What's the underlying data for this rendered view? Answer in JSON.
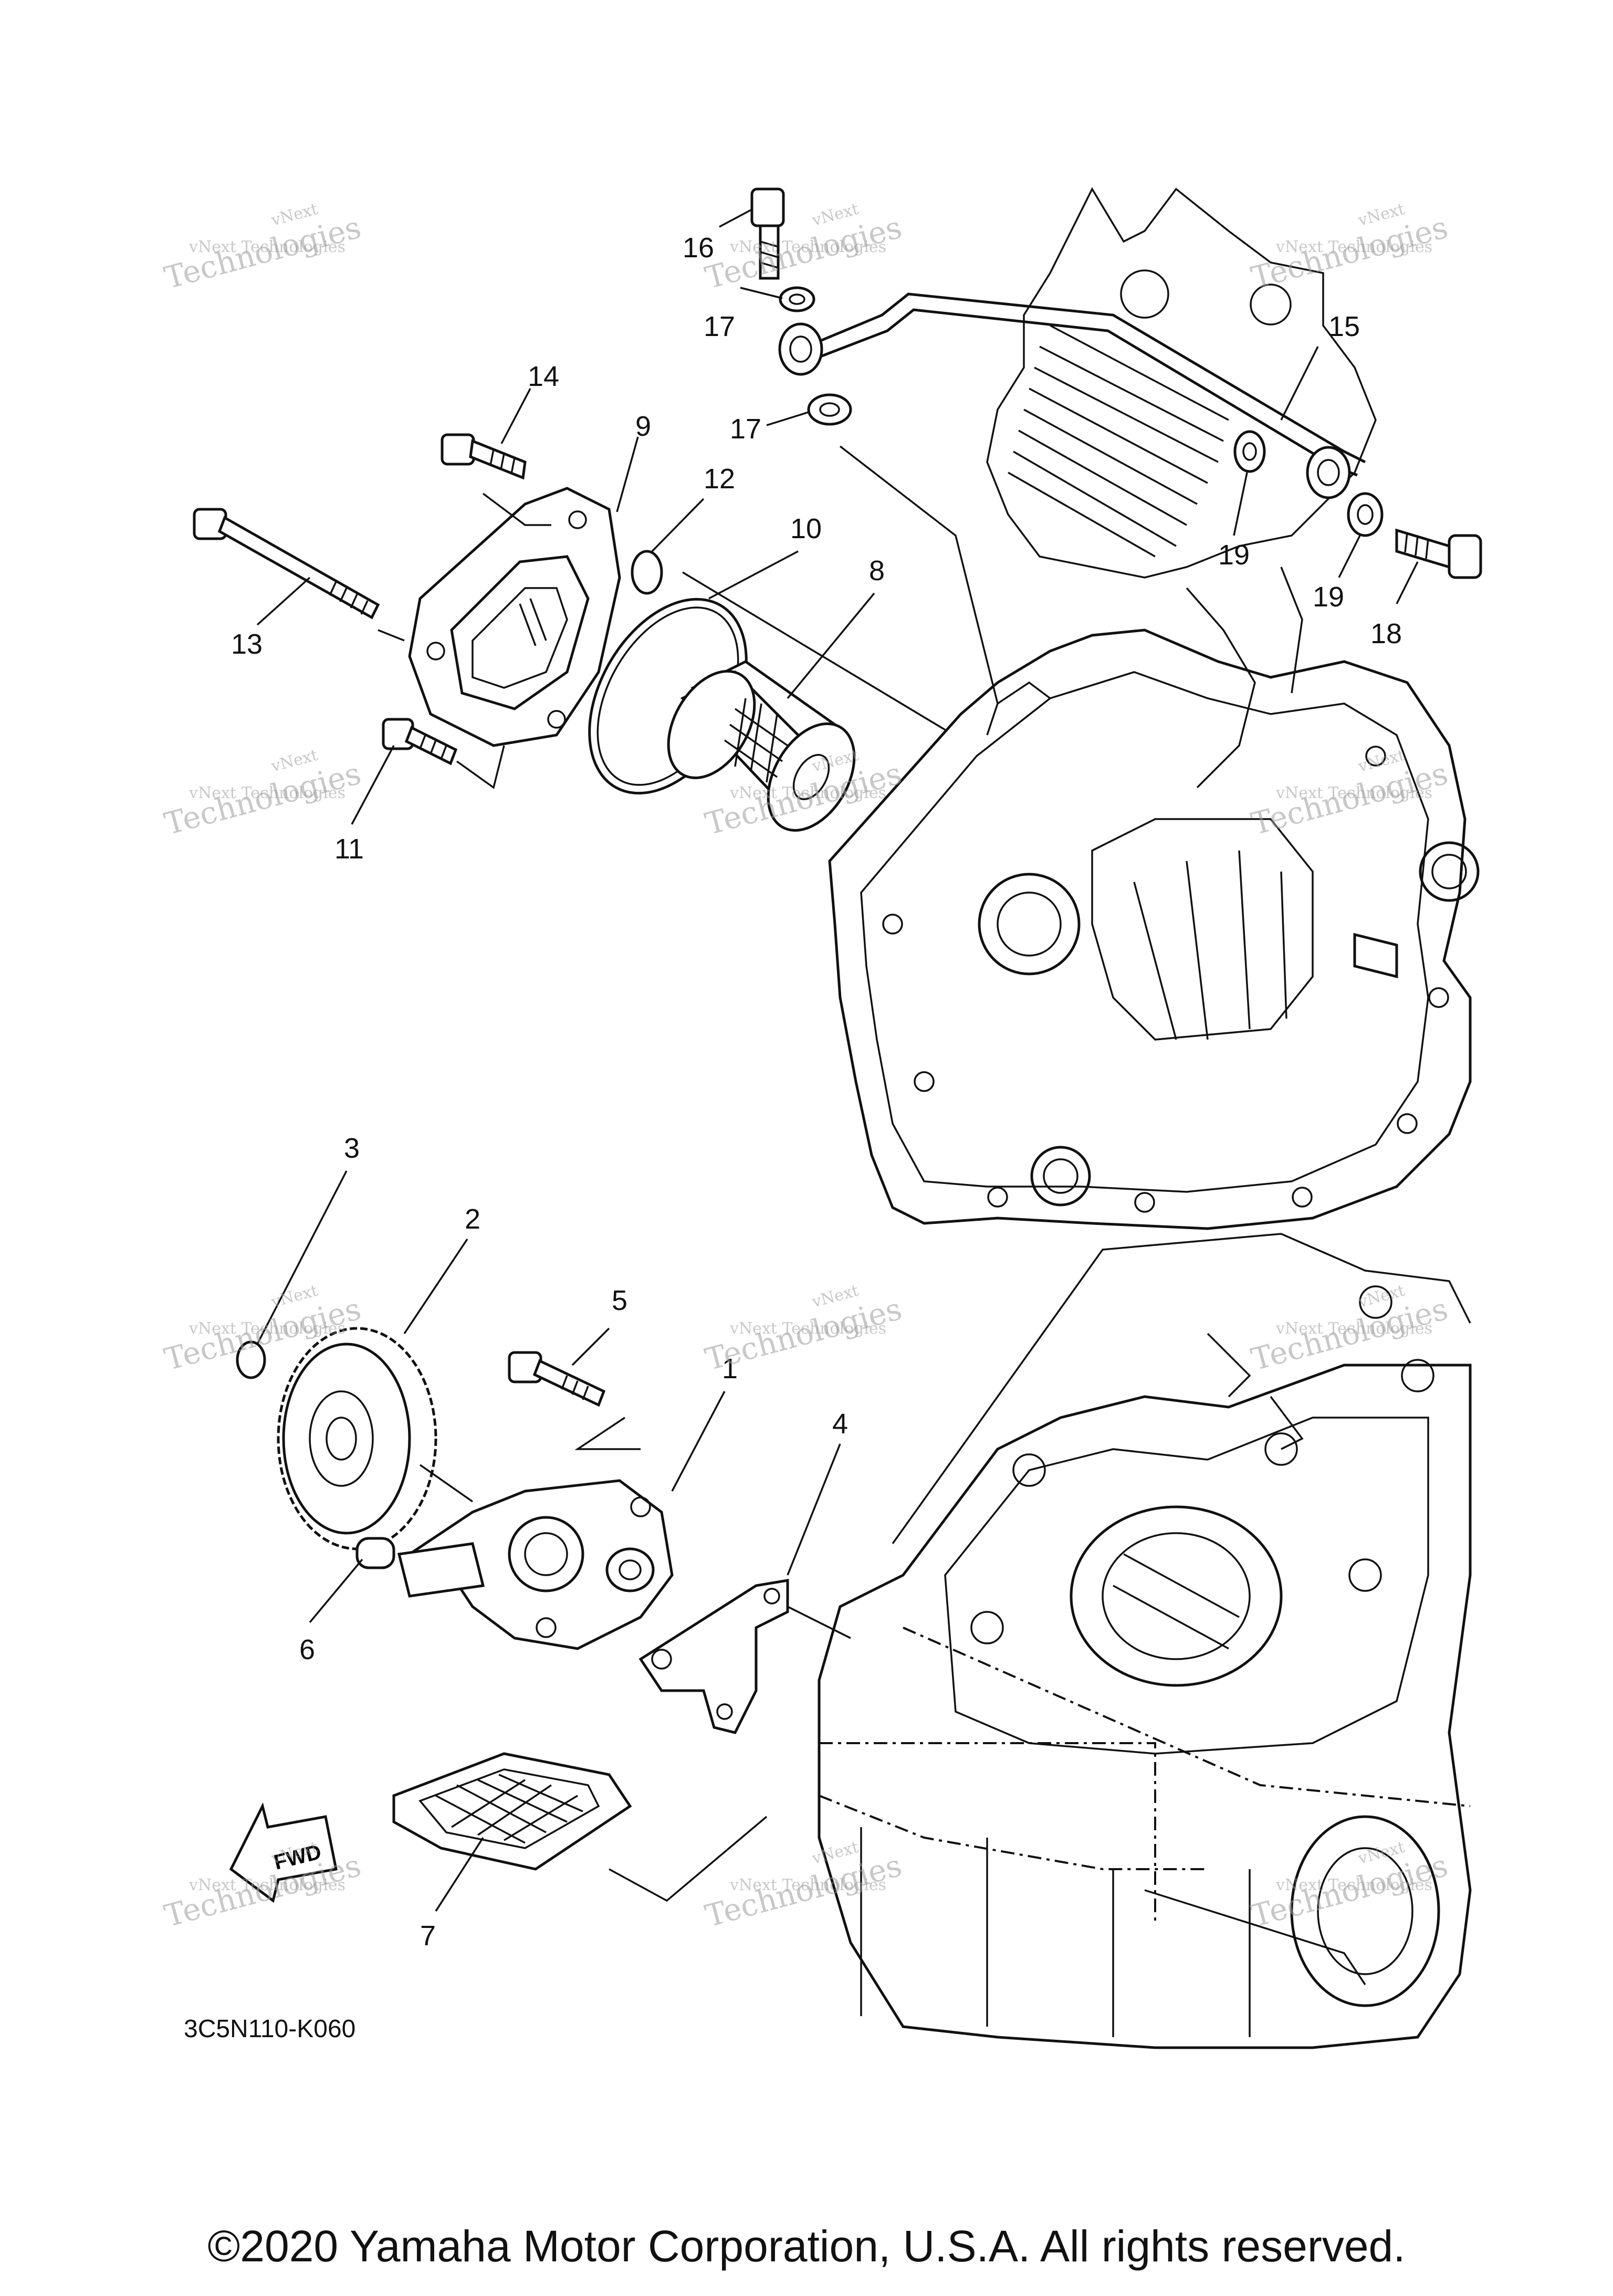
{
  "diagram": {
    "callouts": [
      {
        "label": "1"
      },
      {
        "label": "2"
      },
      {
        "label": "3"
      },
      {
        "label": "4"
      },
      {
        "label": "5"
      },
      {
        "label": "6"
      },
      {
        "label": "7"
      },
      {
        "label": "8"
      },
      {
        "label": "9"
      },
      {
        "label": "10"
      },
      {
        "label": "11"
      },
      {
        "label": "12"
      },
      {
        "label": "13"
      },
      {
        "label": "14"
      },
      {
        "label": "15"
      },
      {
        "label": "16"
      },
      {
        "label": "17"
      },
      {
        "label": "17"
      },
      {
        "label": "18"
      },
      {
        "label": "19"
      },
      {
        "label": "19"
      }
    ],
    "diagram_code": "3C5N110-K060",
    "fwd_label": "FWD",
    "watermark": {
      "line1": "vNext",
      "line2": "vNext Technologies",
      "line3": "Technologies"
    }
  },
  "footer": {
    "copyright": "©2020 Yamaha Motor Corporation, U.S.A. All rights reserved."
  }
}
